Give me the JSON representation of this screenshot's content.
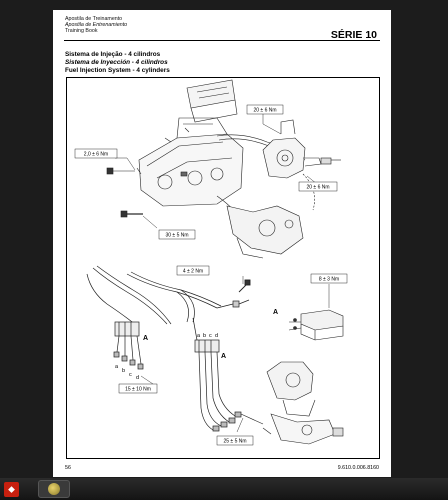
{
  "header": {
    "line1": "Apostila de Treinamento",
    "line2": "Apostila de Entrenamiento",
    "line3": "Training Book",
    "series": "SÉRIE 10"
  },
  "section": {
    "title_pt": "Sistema de Injeção - 4 cilindros",
    "title_es": "Sistema de Inyección - 4 cilindros",
    "title_en": "Fuel Injection System - 4 cylinders"
  },
  "diagram": {
    "torques": {
      "t1": "20 ± 6 Nm",
      "t2": "2,0 ± 6 Nm",
      "t3": "20 ± 6 Nm",
      "t4": "30 ± 5 Nm",
      "t5": "4 ± 2 Nm",
      "t6": "8 ± 3 Nm",
      "t7": "15 ± 10 Nm",
      "t8": "25 ± 5 Nm"
    },
    "callouts": {
      "a1": "A",
      "a2": "A",
      "a3": "A"
    },
    "pipe_letters_left": [
      "a",
      "b",
      "c",
      "d"
    ],
    "pipe_letters_right": [
      "a",
      "b",
      "c",
      "d"
    ]
  },
  "footer": {
    "page_number": "56",
    "doc_code": "9.610.0.006.8160"
  },
  "taskbar": {
    "pdf_icon": "pdf-app-icon",
    "app_icon": "image-viewer-icon",
    "pdf_glyph": "⬥"
  }
}
